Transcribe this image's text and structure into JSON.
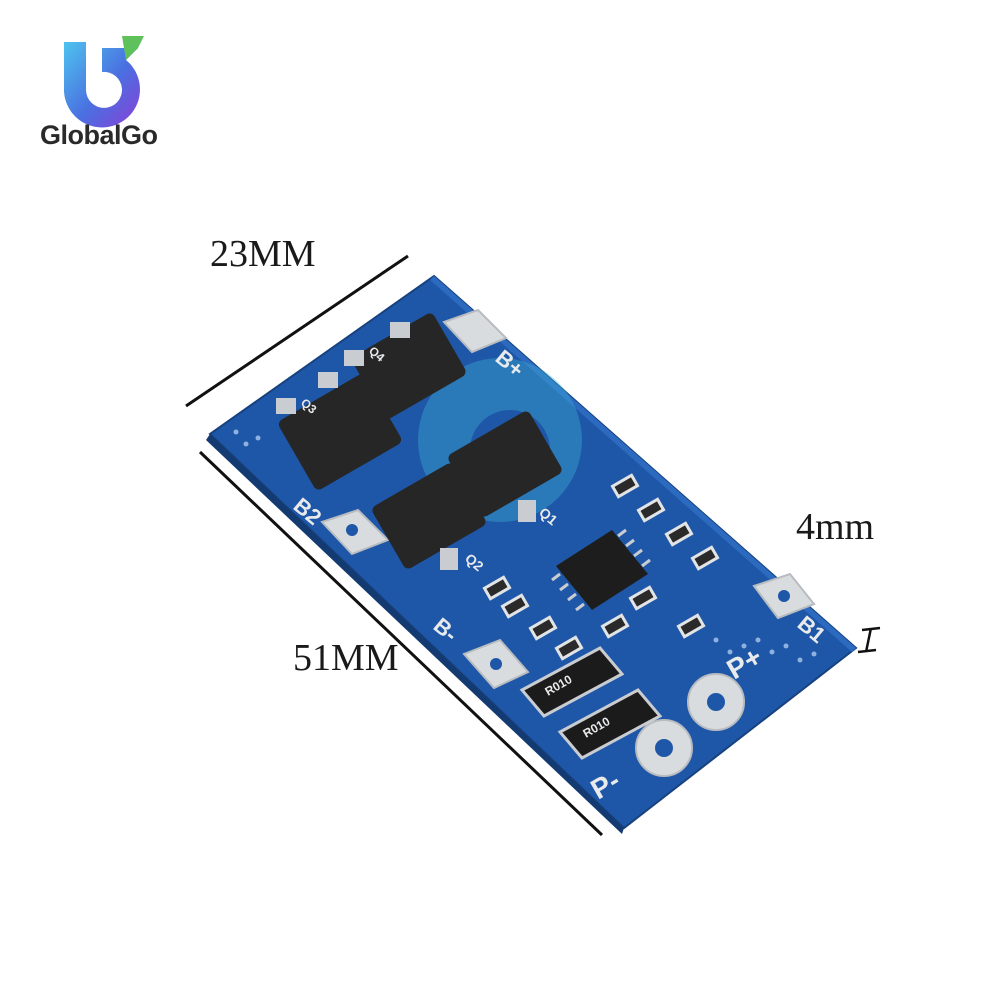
{
  "brand": {
    "name": "GlobalGo"
  },
  "dimensions": {
    "width": "23MM",
    "length": "51MM",
    "thickness": "4mm"
  },
  "board": {
    "color": "#1f57a8",
    "pads": {
      "b_plus": "B+",
      "b2": "B2",
      "b1": "B1",
      "b_minus": "B-",
      "p_plus": "P+",
      "p_minus": "P-"
    },
    "mosfets": [
      "Q1",
      "Q2",
      "Q3",
      "Q4"
    ],
    "resistor_marking": "R010"
  }
}
